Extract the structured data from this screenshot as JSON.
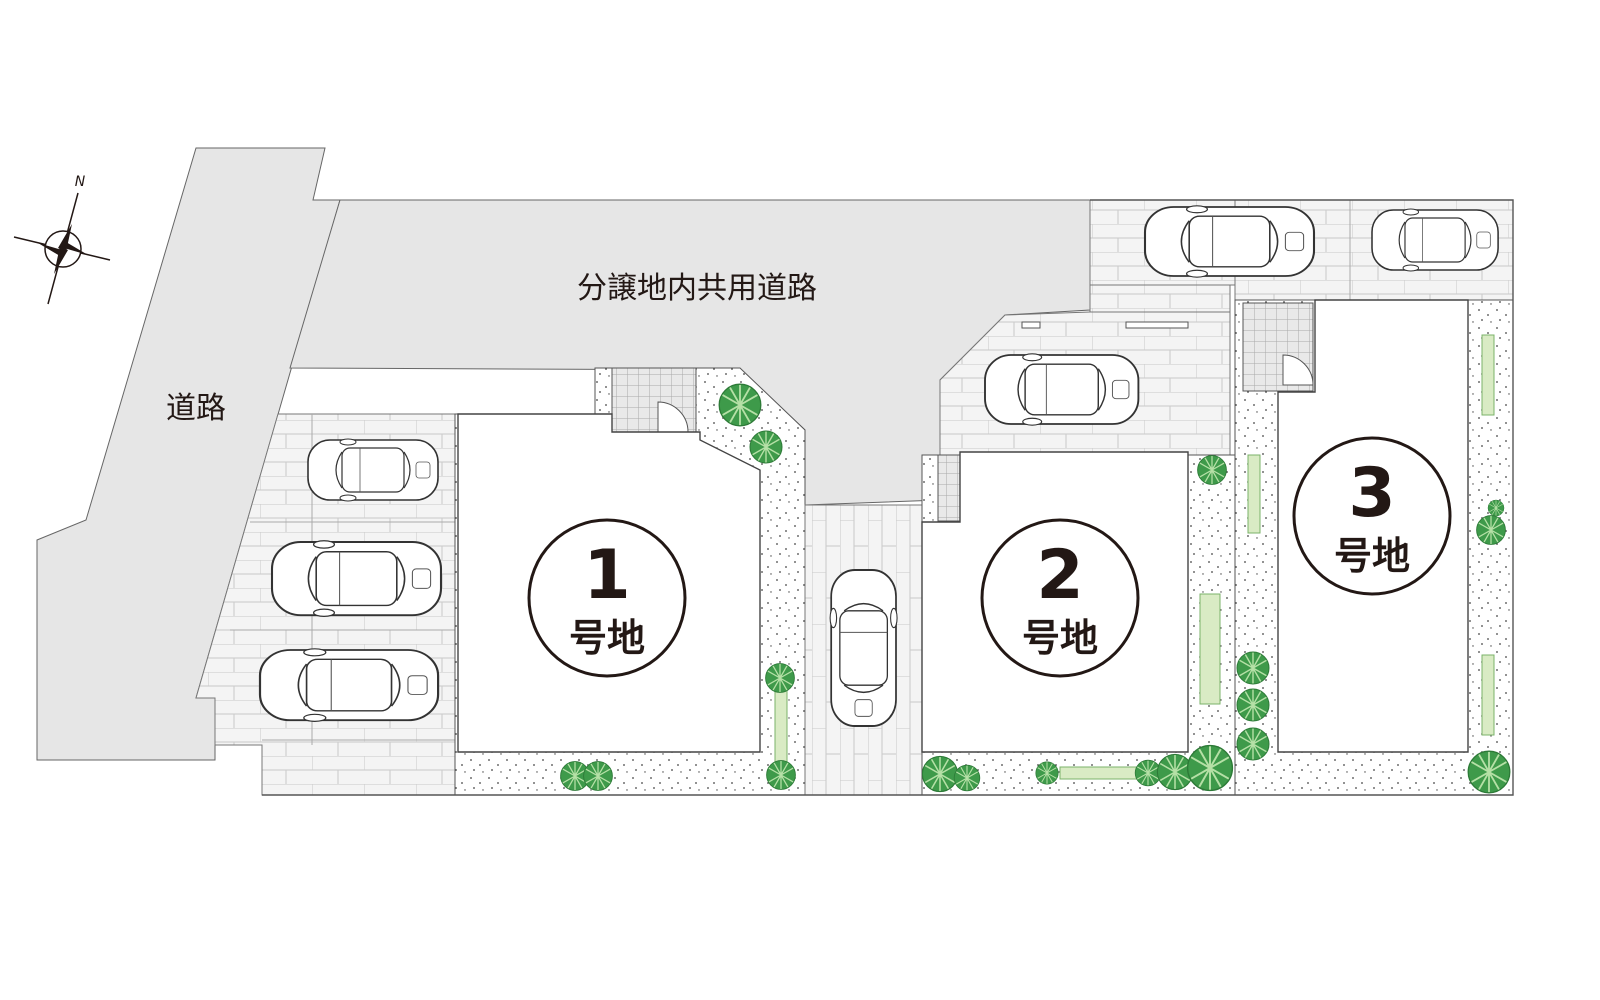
{
  "labels": {
    "road": "道路",
    "shared_road": "分譲地内共用道路",
    "compass_north": "N"
  },
  "lots": [
    {
      "number": "1",
      "suffix": "号地"
    },
    {
      "number": "2",
      "suffix": "号地"
    },
    {
      "number": "3",
      "suffix": "号地"
    }
  ],
  "colors": {
    "road": "#e6e6e6",
    "paving": "#f3f3f3",
    "garden": "#ffffff",
    "tree_dark": "#3e9a4a",
    "tree_light": "#9fd08d",
    "hedge": "#d9ebc4",
    "outline": "#333333",
    "text": "#231815"
  }
}
